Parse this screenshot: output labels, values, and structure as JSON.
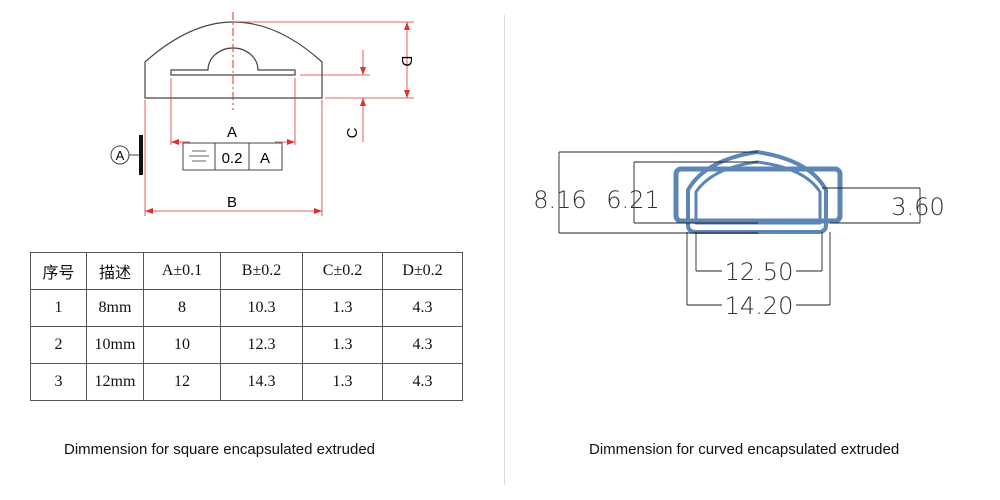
{
  "left_drawing": {
    "labels": {
      "a": "A",
      "b": "B",
      "c": "C",
      "d": "D",
      "datum": "A"
    },
    "tolerance_frame": {
      "symbol": "symmetry-icon",
      "value": "0.2",
      "datum": "A"
    }
  },
  "table": {
    "headers": [
      "序号",
      "描述",
      "A±0.1",
      "B±0.2",
      "C±0.2",
      "D±0.2"
    ],
    "rows": [
      [
        "1",
        "8mm",
        "8",
        "10.3",
        "1.3",
        "4.3"
      ],
      [
        "2",
        "10mm",
        "10",
        "12.3",
        "1.3",
        "4.3"
      ],
      [
        "3",
        "12mm",
        "12",
        "14.3",
        "1.3",
        "4.3"
      ]
    ]
  },
  "right_drawing": {
    "dims": {
      "total_height": "8.16",
      "inner_height": "6.21",
      "side_height": "3.60",
      "inner_width": "12.50",
      "outer_width": "14.20"
    },
    "colors": {
      "profile": "#5b86b5",
      "dim_line": "#222222",
      "dim_red": "#e03030"
    }
  },
  "captions": {
    "left": "Dimmension for square encapsulated extruded",
    "right": "Dimmension for curved encapsulated extruded"
  }
}
